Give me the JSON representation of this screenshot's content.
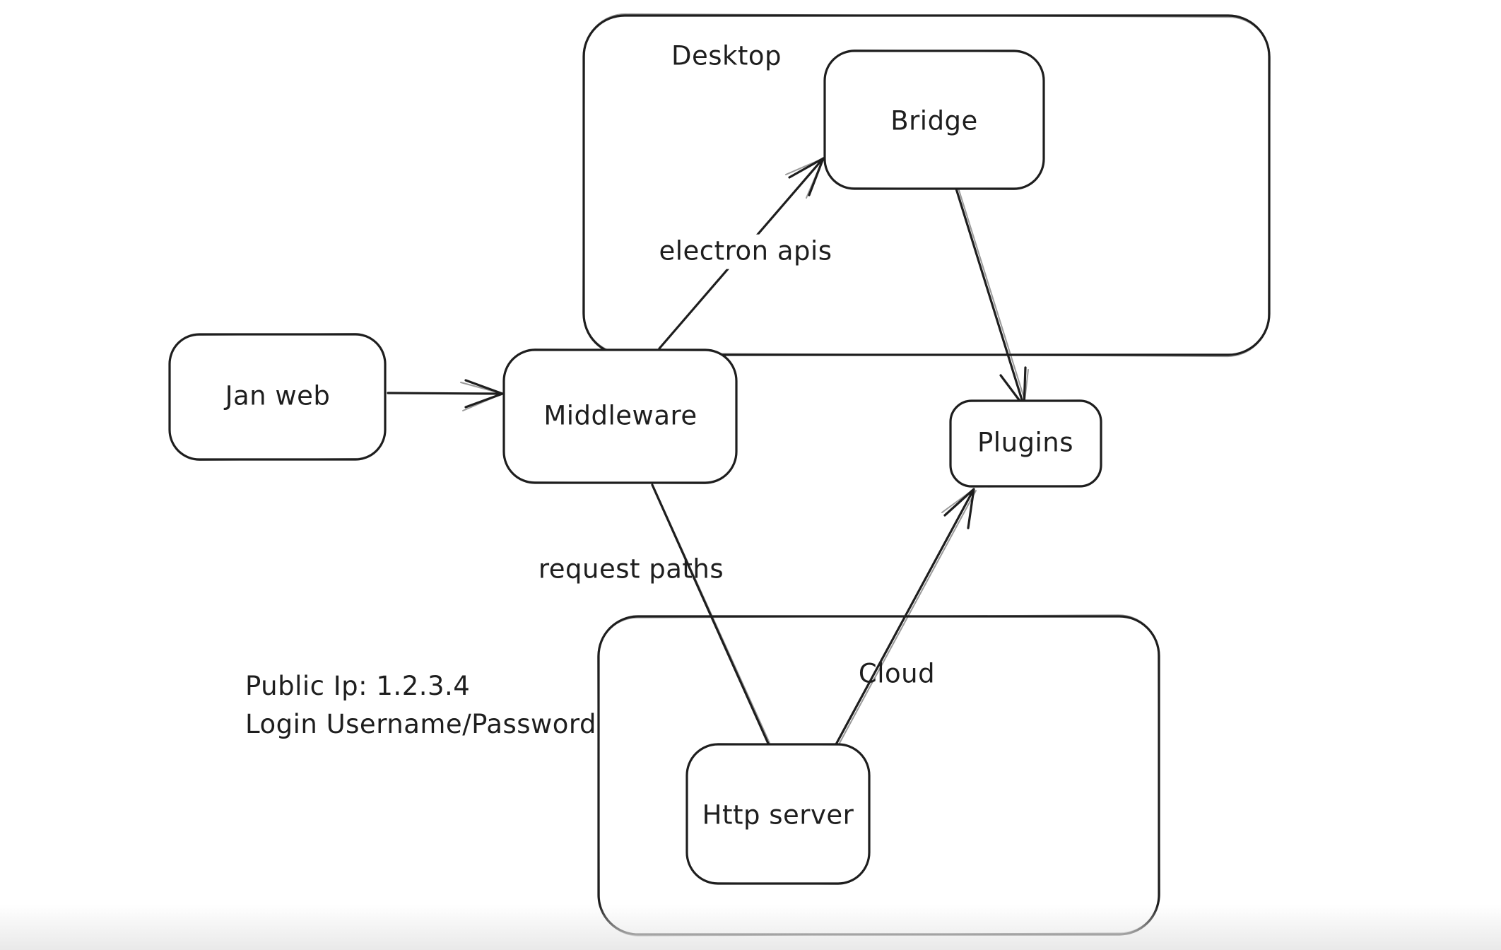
{
  "canvas": {
    "background_color": "#ffffff",
    "stroke_color": "#1e1e1e",
    "bottom_fade_color": "#e9e9e9"
  },
  "diagram": {
    "containers": [
      {
        "id": "desktop",
        "label": "Desktop"
      },
      {
        "id": "cloud",
        "label": "Cloud"
      }
    ],
    "nodes": [
      {
        "id": "jan-web",
        "label": "Jan web"
      },
      {
        "id": "middleware",
        "label": "Middleware"
      },
      {
        "id": "bridge",
        "label": "Bridge"
      },
      {
        "id": "plugins",
        "label": "Plugins"
      },
      {
        "id": "http-server",
        "label": "Http server"
      }
    ],
    "edges": [
      {
        "from": "jan-web",
        "to": "middleware",
        "label": "",
        "arrowhead": "end"
      },
      {
        "from": "middleware",
        "to": "bridge",
        "label": "electron apis",
        "arrowhead": "end"
      },
      {
        "from": "bridge",
        "to": "plugins",
        "label": "",
        "arrowhead": "end"
      },
      {
        "from": "middleware",
        "to": "http-server",
        "label": "request paths",
        "arrowhead": "none"
      },
      {
        "from": "http-server",
        "to": "plugins",
        "label": "",
        "arrowhead": "end"
      }
    ],
    "annotation": {
      "line1": "Public Ip: 1.2.3.4",
      "line2": "Login Username/Password"
    }
  }
}
